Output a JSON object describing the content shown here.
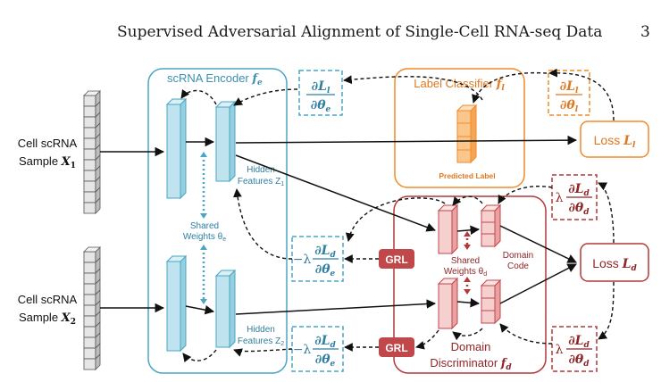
{
  "header": {
    "running_title": "Supervised Adversarial Alignment of Single-Cell RNA-seq Data",
    "page_number": "3"
  },
  "figure": {
    "colors": {
      "encoder": "#4aa6c2",
      "classifier": "#f08a2a",
      "discriminator": "#b2393a",
      "grl_fill": "#c0474a",
      "neutral": "#555555"
    },
    "inputs": {
      "sample1_line1": "Cell scRNA",
      "sample1_line2": "Sample ",
      "sample1_var": "X",
      "sample1_sub": "1",
      "sample2_line1": "Cell scRNA",
      "sample2_line2": "Sample ",
      "sample2_var": "X",
      "sample2_sub": "2"
    },
    "encoder": {
      "title": "scRNA Encoder ",
      "title_sym": "f",
      "title_sub": "e",
      "hidden1_line1": "Hidden",
      "hidden1_line2": "Features Z",
      "hidden1_sub": "1",
      "hidden2_line1": "Hidden",
      "hidden2_line2": "Features Z",
      "hidden2_sub": "2",
      "shared_line1": "Shared",
      "shared_line2": "Weights θ",
      "shared_sub": "e"
    },
    "classifier": {
      "title": "Label Classifier ",
      "title_sym": "f",
      "title_sub": "l",
      "predicted_label": "Predicted Label"
    },
    "discriminator": {
      "title_line1": "Domain",
      "title_line2": "Discriminator ",
      "title_sym": "f",
      "title_sub": "d",
      "shared_line1": "Shared",
      "shared_line2": "Weights θ",
      "shared_sub": "d",
      "domain_code_line1": "Domain",
      "domain_code_line2": "Code"
    },
    "losses": {
      "loss_l": "Loss ",
      "loss_l_sym": "L",
      "loss_l_sub": "l",
      "loss_d": "Loss ",
      "loss_d_sym": "L",
      "loss_d_sub": "d"
    },
    "grl": {
      "label_top": "GRL",
      "label_bottom": "GRL"
    },
    "gradients": {
      "dLl_dthe_e_num": "∂L",
      "dLl_dthe_e_num_sub": "l",
      "dLl_dthe_e_den": "∂θ",
      "dLl_dthe_e_den_sub": "e",
      "dLl_dthe_l_num": "∂L",
      "dLl_dthe_l_num_sub": "l",
      "dLl_dthe_l_den": "∂θ",
      "dLl_dthe_l_den_sub": "l",
      "dLd_dthe_d_prefix": "λ",
      "dLd_dthe_d_num": "∂L",
      "dLd_dthe_d_num_sub": "d",
      "dLd_dthe_d_den": "∂θ",
      "dLd_dthe_d_den_sub": "d",
      "neg_dLd_dthe_e_prefix": "−λ",
      "neg_dLd_dthe_e_num": "∂L",
      "neg_dLd_dthe_e_num_sub": "d",
      "neg_dLd_dthe_e_den": "∂θ",
      "neg_dLd_dthe_e_den_sub": "e"
    }
  }
}
